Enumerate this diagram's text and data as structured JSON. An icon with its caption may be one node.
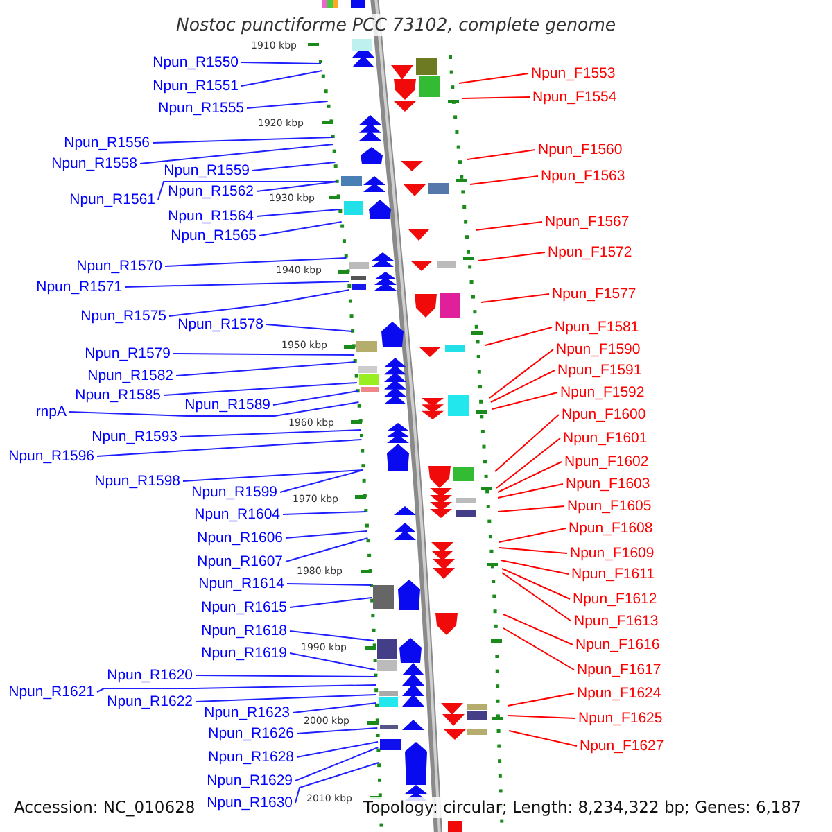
{
  "diagram": {
    "title": "Nostoc punctiforme PCC 73102, complete genome",
    "nodes": [
      {
        "text": [
          "Npun_R1550"
        ]
      },
      {
        "text": [
          "Npun_R1551"
        ]
      },
      {
        "text": [
          "Npun_R1555"
        ]
      },
      {
        "text": [
          "Npun_R1556"
        ]
      },
      {
        "text": [
          "Npun_R1558"
        ]
      },
      {
        "text": [
          "Npun_R1559"
        ]
      },
      {
        "text": [
          "Npun_R1561"
        ]
      },
      {
        "text": [
          "Npun_R1562"
        ]
      },
      {
        "text": [
          "Npun_R1564"
        ]
      },
      {
        "text": [
          "Npun_R1565"
        ]
      },
      {
        "text": [
          "Npun_R1570"
        ]
      },
      {
        "text": [
          "Npun_R1571"
        ]
      },
      {
        "text": [
          "Npun_R1575"
        ]
      },
      {
        "text": [
          "Npun_R1578"
        ]
      },
      {
        "text": [
          "Npun_R1579"
        ]
      },
      {
        "text": [
          "Npun_R1582"
        ]
      },
      {
        "text": [
          "Npun_R1585"
        ]
      },
      {
        "text": [
          "Npun_R1589"
        ]
      },
      {
        "text": [
          "rnpA"
        ]
      },
      {
        "text": [
          "Npun_R1593"
        ]
      },
      {
        "text": [
          "Npun_R1596"
        ]
      },
      {
        "text": [
          "Npun_R1598"
        ]
      },
      {
        "text": [
          "Npun_R1599"
        ]
      },
      {
        "text": [
          "Npun_R1604"
        ]
      },
      {
        "text": [
          "Npun_R1606"
        ]
      },
      {
        "text": [
          "Npun_R1607"
        ]
      },
      {
        "text": [
          "Npun_R1614"
        ]
      },
      {
        "text": [
          "Npun_R1615"
        ]
      },
      {
        "text": [
          "Npun_R1618"
        ]
      },
      {
        "text": [
          "Npun_R1619"
        ]
      },
      {
        "text": [
          "Npun_R1620"
        ]
      },
      {
        "text": [
          "Npun_R1621"
        ]
      },
      {
        "text": [
          "Npun_R1622"
        ]
      },
      {
        "text": [
          "Npun_R1623"
        ]
      },
      {
        "text": [
          "Npun_R1626"
        ]
      },
      {
        "text": [
          "Npun_R1628"
        ]
      },
      {
        "text": [
          "Npun_R1629"
        ]
      },
      {
        "text": [
          "Npun_R1630"
        ]
      },
      {
        "text": [
          "Npun_F1553"
        ]
      },
      {
        "text": [
          "Npun_F1554"
        ]
      },
      {
        "text": [
          "Npun_F1560"
        ]
      },
      {
        "text": [
          "Npun_F1563"
        ]
      },
      {
        "text": [
          "Npun_F1567"
        ]
      },
      {
        "text": [
          "Npun_F1572"
        ]
      },
      {
        "text": [
          "Npun_F1577"
        ]
      },
      {
        "text": [
          "Npun_F1581"
        ]
      },
      {
        "text": [
          "Npun_F1590"
        ]
      },
      {
        "text": [
          "Npun_F1591"
        ]
      },
      {
        "text": [
          "Npun_F1592"
        ]
      },
      {
        "text": [
          "Npun_F1600"
        ]
      },
      {
        "text": [
          "Npun_F1601"
        ]
      },
      {
        "text": [
          "Npun_F1602"
        ]
      },
      {
        "text": [
          "Npun_F1603"
        ]
      },
      {
        "text": [
          "Npun_F1605"
        ]
      },
      {
        "text": [
          "Npun_F1608"
        ]
      },
      {
        "text": [
          "Npun_F1609"
        ]
      },
      {
        "text": [
          "Npun_F1611"
        ]
      },
      {
        "text": [
          "Npun_F1612"
        ]
      },
      {
        "text": [
          "Npun_F1613"
        ]
      },
      {
        "text": [
          "Npun_F1616"
        ]
      },
      {
        "text": [
          "Npun_F1617"
        ]
      },
      {
        "text": [
          "Npun_F1624"
        ]
      },
      {
        "text": [
          "Npun_F1625"
        ]
      },
      {
        "text": [
          "Npun_F1627"
        ]
      }
    ],
    "edges": [
      {
        "from": 0,
        "to": null,
        "arrow": "none"
      },
      {
        "from": 1,
        "to": null,
        "arrow": "none"
      },
      {
        "from": 2,
        "to": null,
        "arrow": "none"
      },
      {
        "from": 3,
        "to": null,
        "arrow": "none"
      },
      {
        "from": 4,
        "to": null,
        "arrow": "none"
      },
      {
        "from": 5,
        "to": null,
        "arrow": "none"
      },
      {
        "from": 6,
        "to": null,
        "arrow": "none"
      },
      {
        "from": 7,
        "to": null,
        "arrow": "none"
      },
      {
        "from": 8,
        "to": null,
        "arrow": "none"
      },
      {
        "from": 9,
        "to": null,
        "arrow": "none"
      },
      {
        "from": 10,
        "to": null,
        "arrow": "none"
      },
      {
        "from": 11,
        "to": null,
        "arrow": "none"
      },
      {
        "from": 12,
        "to": null,
        "arrow": "none"
      },
      {
        "from": 13,
        "to": null,
        "arrow": "none"
      },
      {
        "from": 14,
        "to": null,
        "arrow": "none"
      },
      {
        "from": 15,
        "to": null,
        "arrow": "none"
      },
      {
        "from": 16,
        "to": null,
        "arrow": "none"
      },
      {
        "from": 17,
        "to": null,
        "arrow": "none"
      },
      {
        "from": 18,
        "to": null,
        "arrow": "none"
      },
      {
        "from": 19,
        "to": null,
        "arrow": "none"
      },
      {
        "from": 20,
        "to": null,
        "arrow": "none"
      },
      {
        "from": 21,
        "to": null,
        "arrow": "none"
      },
      {
        "from": 22,
        "to": null,
        "arrow": "none"
      },
      {
        "from": 23,
        "to": null,
        "arrow": "none"
      },
      {
        "from": 24,
        "to": null,
        "arrow": "none"
      },
      {
        "from": 25,
        "to": null,
        "arrow": "none"
      },
      {
        "from": 26,
        "to": null,
        "arrow": "none"
      },
      {
        "from": 27,
        "to": null,
        "arrow": "none"
      },
      {
        "from": 28,
        "to": null,
        "arrow": "none"
      },
      {
        "from": 29,
        "to": null,
        "arrow": "none"
      },
      {
        "from": 30,
        "to": null,
        "arrow": "none"
      },
      {
        "from": 31,
        "to": null,
        "arrow": "none"
      },
      {
        "from": 32,
        "to": null,
        "arrow": "none"
      },
      {
        "from": 33,
        "to": null,
        "arrow": "none"
      },
      {
        "from": 34,
        "to": null,
        "arrow": "none"
      },
      {
        "from": 35,
        "to": null,
        "arrow": "none"
      },
      {
        "from": 36,
        "to": null,
        "arrow": "none"
      },
      {
        "from": 37,
        "to": null,
        "arrow": "none"
      },
      {
        "from": 38,
        "to": null,
        "arrow": "none",
        "color": "#ff0000"
      },
      {
        "from": 39,
        "to": null,
        "arrow": "none",
        "color": "#ff0000"
      },
      {
        "from": 40,
        "to": null,
        "arrow": "none",
        "color": "#ff0000"
      },
      {
        "from": 41,
        "to": null,
        "arrow": "none",
        "color": "#ff0000"
      },
      {
        "from": 42,
        "to": null,
        "arrow": "none",
        "color": "#ff0000"
      },
      {
        "from": 43,
        "to": null,
        "arrow": "none",
        "color": "#ff0000"
      },
      {
        "from": 44,
        "to": null,
        "arrow": "none",
        "color": "#ff0000"
      },
      {
        "from": 45,
        "to": null,
        "arrow": "none",
        "color": "#ff0000"
      },
      {
        "from": 46,
        "to": null,
        "arrow": "none",
        "color": "#ff0000"
      },
      {
        "from": 47,
        "to": null,
        "arrow": "none",
        "color": "#ff0000"
      },
      {
        "from": 48,
        "to": null,
        "arrow": "none",
        "color": "#ff0000"
      },
      {
        "from": 49,
        "to": null,
        "arrow": "none",
        "color": "#ff0000"
      },
      {
        "from": 50,
        "to": null,
        "arrow": "none",
        "color": "#ff0000"
      },
      {
        "from": 51,
        "to": null,
        "arrow": "none",
        "color": "#ff0000"
      },
      {
        "from": 52,
        "to": null,
        "arrow": "none",
        "color": "#ff0000"
      },
      {
        "from": 53,
        "to": null,
        "arrow": "none",
        "color": "#ff0000"
      },
      {
        "from": 54,
        "to": null,
        "arrow": "none",
        "color": "#ff0000"
      },
      {
        "from": 55,
        "to": null,
        "arrow": "none",
        "color": "#ff0000"
      },
      {
        "from": 56,
        "to": null,
        "arrow": "none",
        "color": "#ff0000"
      },
      {
        "from": 57,
        "to": null,
        "arrow": "none",
        "color": "#ff0000"
      },
      {
        "from": 58,
        "to": null,
        "arrow": "none",
        "color": "#ff0000"
      },
      {
        "from": 59,
        "to": null,
        "arrow": "none",
        "color": "#ff0000"
      },
      {
        "from": 60,
        "to": null,
        "arrow": "none",
        "color": "#ff0000"
      },
      {
        "from": 61,
        "to": null,
        "arrow": "none",
        "color": "#ff0000"
      },
      {
        "from": 62,
        "to": null,
        "arrow": "none",
        "color": "#ff0000"
      },
      {
        "from": 63,
        "to": null,
        "arrow": "none",
        "color": "#ff0000"
      }
    ],
    "labels": [
      "1910 kbp",
      "1920 kbp",
      "1930 kbp",
      "1940 kbp",
      "1950 kbp",
      "1960 kbp",
      "1970 kbp",
      "1980 kbp",
      "1990 kbp",
      "2000 kbp",
      "2010 kbp",
      "Accession: NC_010628",
      "Topology: circular; Length: 8,234,322 bp; Genes: 6,187"
    ]
  }
}
